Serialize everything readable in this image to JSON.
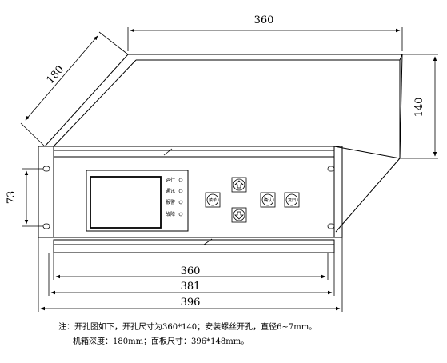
{
  "dimensions": {
    "top_width": "360",
    "depth": "180",
    "side_height": "140",
    "mount_spacing": "73",
    "cutout_width": "360",
    "body_width": "381",
    "panel_width": "396"
  },
  "indicators": [
    "运行",
    "通讯",
    "报警",
    "故障"
  ],
  "buttons": {
    "menu": "菜单",
    "up": "up-arrow",
    "down": "down-arrow",
    "confirm": "确认",
    "reset": "复归"
  },
  "notes": {
    "line1": "注：开孔图如下，开孔尺寸为360*140；安装螺丝开孔，直径6~7mm。",
    "line2": "机箱深度：180mm；面板尺寸：396*148mm。"
  },
  "colors": {
    "line": "#000000",
    "background": "#ffffff"
  }
}
